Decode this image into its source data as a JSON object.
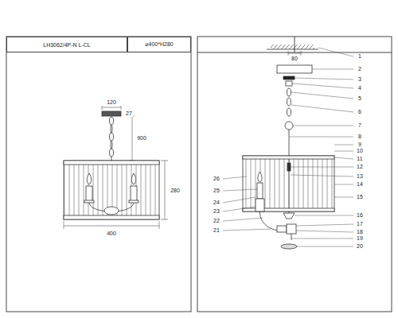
{
  "diagram": {
    "nodes": [
      {
        "text": [
          "LH3062/4P-N L-CL"
        ]
      },
      {
        "text": [
          "⌀400*H280"
        ]
      }
    ],
    "labels": [
      "120",
      "27",
      "900",
      "280",
      "400",
      "80",
      "1",
      "2",
      "3",
      "4",
      "5",
      "6",
      "7",
      "8",
      "9",
      "10",
      "11",
      "12",
      "13",
      "14",
      "15",
      "16",
      "17",
      "18",
      "19",
      "20",
      "21",
      "22",
      "23",
      "24",
      "25",
      "26"
    ]
  }
}
